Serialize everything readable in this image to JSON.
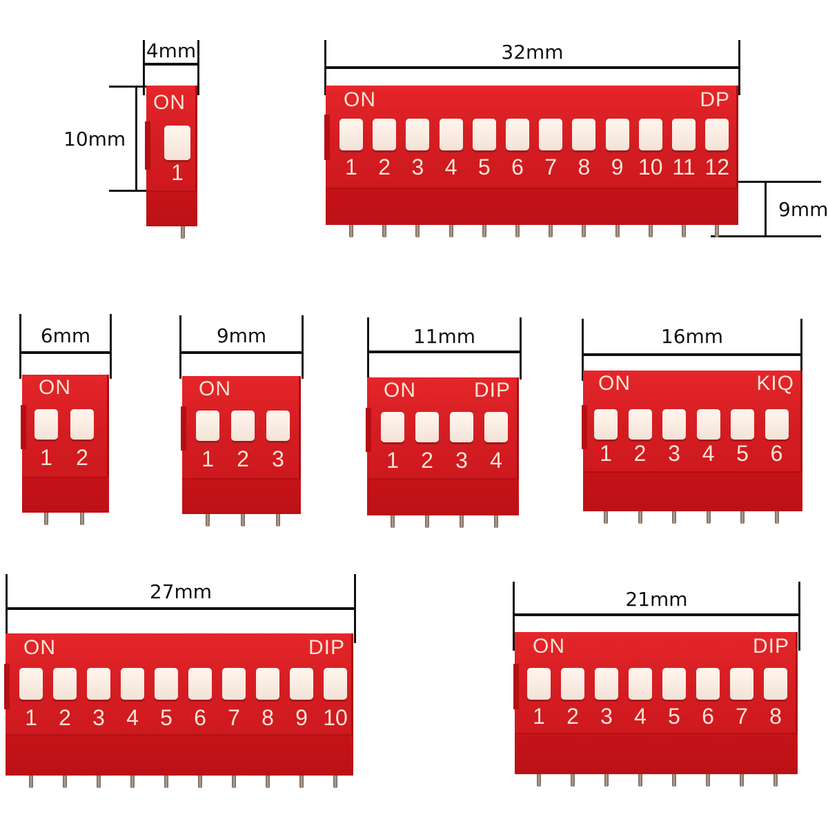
{
  "dimensions": {
    "sw1_width": "4mm",
    "sw1_height": "10mm",
    "sw12_width": "32mm",
    "sw12_height": "9mm",
    "sw2_width": "6mm",
    "sw3_width": "9mm",
    "sw4_width": "11mm",
    "sw6_width": "16mm",
    "sw10_width": "27mm",
    "sw8_width": "21mm"
  },
  "switches": [
    {
      "id": "sw1",
      "positions": 1,
      "on_label": "ON",
      "brand_label": "",
      "numbers": [
        "1"
      ]
    },
    {
      "id": "sw12",
      "positions": 12,
      "on_label": "ON",
      "brand_label": "DP",
      "numbers": [
        "1",
        "2",
        "3",
        "4",
        "5",
        "6",
        "7",
        "8",
        "9",
        "10",
        "11",
        "12"
      ]
    },
    {
      "id": "sw2",
      "positions": 2,
      "on_label": "ON",
      "brand_label": "",
      "numbers": [
        "1",
        "2"
      ]
    },
    {
      "id": "sw3",
      "positions": 3,
      "on_label": "ON",
      "brand_label": "",
      "numbers": [
        "1",
        "2",
        "3"
      ]
    },
    {
      "id": "sw4",
      "positions": 4,
      "on_label": "ON",
      "brand_label": "DIP",
      "numbers": [
        "1",
        "2",
        "3",
        "4"
      ]
    },
    {
      "id": "sw6",
      "positions": 6,
      "on_label": "ON",
      "brand_label": "KIQ",
      "numbers": [
        "1",
        "2",
        "3",
        "4",
        "5",
        "6"
      ]
    },
    {
      "id": "sw10",
      "positions": 10,
      "on_label": "ON",
      "brand_label": "DIP",
      "numbers": [
        "1",
        "2",
        "3",
        "4",
        "5",
        "6",
        "7",
        "8",
        "9",
        "10"
      ]
    },
    {
      "id": "sw8",
      "positions": 8,
      "on_label": "ON",
      "brand_label": "DIP",
      "numbers": [
        "1",
        "2",
        "3",
        "4",
        "5",
        "6",
        "7",
        "8"
      ]
    }
  ],
  "colors": {
    "switch_body": "#d41d22",
    "actuator": "#f7e8dd",
    "marking_text": "#fbe3d6",
    "dimension_line": "#111111",
    "background": "#ffffff"
  }
}
